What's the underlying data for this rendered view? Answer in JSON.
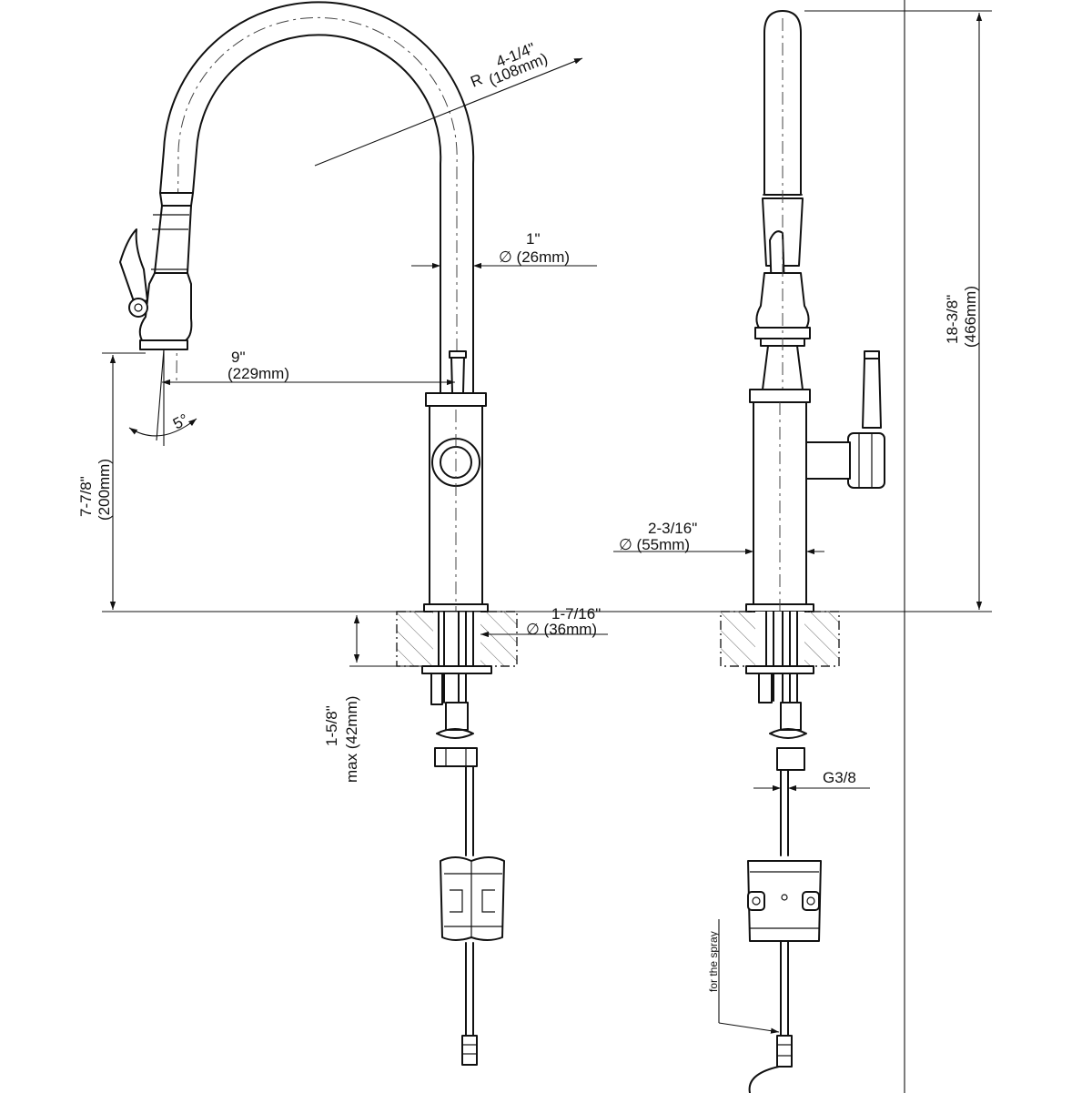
{
  "front_view": {
    "arc_radius": {
      "prefix": "R",
      "imperial": "4-1/4\"",
      "metric": "(108mm)"
    },
    "spout_diameter": {
      "imperial": "1\"",
      "metric": "∅ (26mm)"
    },
    "reach": {
      "imperial": "9\"",
      "metric": "(229mm)"
    },
    "spray_angle": "5°",
    "spout_height": {
      "imperial": "7-7/8\"",
      "metric": "(200mm)"
    },
    "hole_diameter": {
      "imperial": "1-7/16\"",
      "metric": "∅ (36mm)"
    },
    "max_deck_thickness": {
      "imperial": "1-5/8\"",
      "metric": "max (42mm)"
    }
  },
  "side_view": {
    "total_height": {
      "imperial": "18-3/8\"",
      "metric": "(466mm)"
    },
    "base_diameter": {
      "imperial": "2-3/16\"",
      "metric": "∅ (55mm)"
    },
    "connection_thread": "G3/8",
    "spray_hose_note": "for the spray"
  }
}
